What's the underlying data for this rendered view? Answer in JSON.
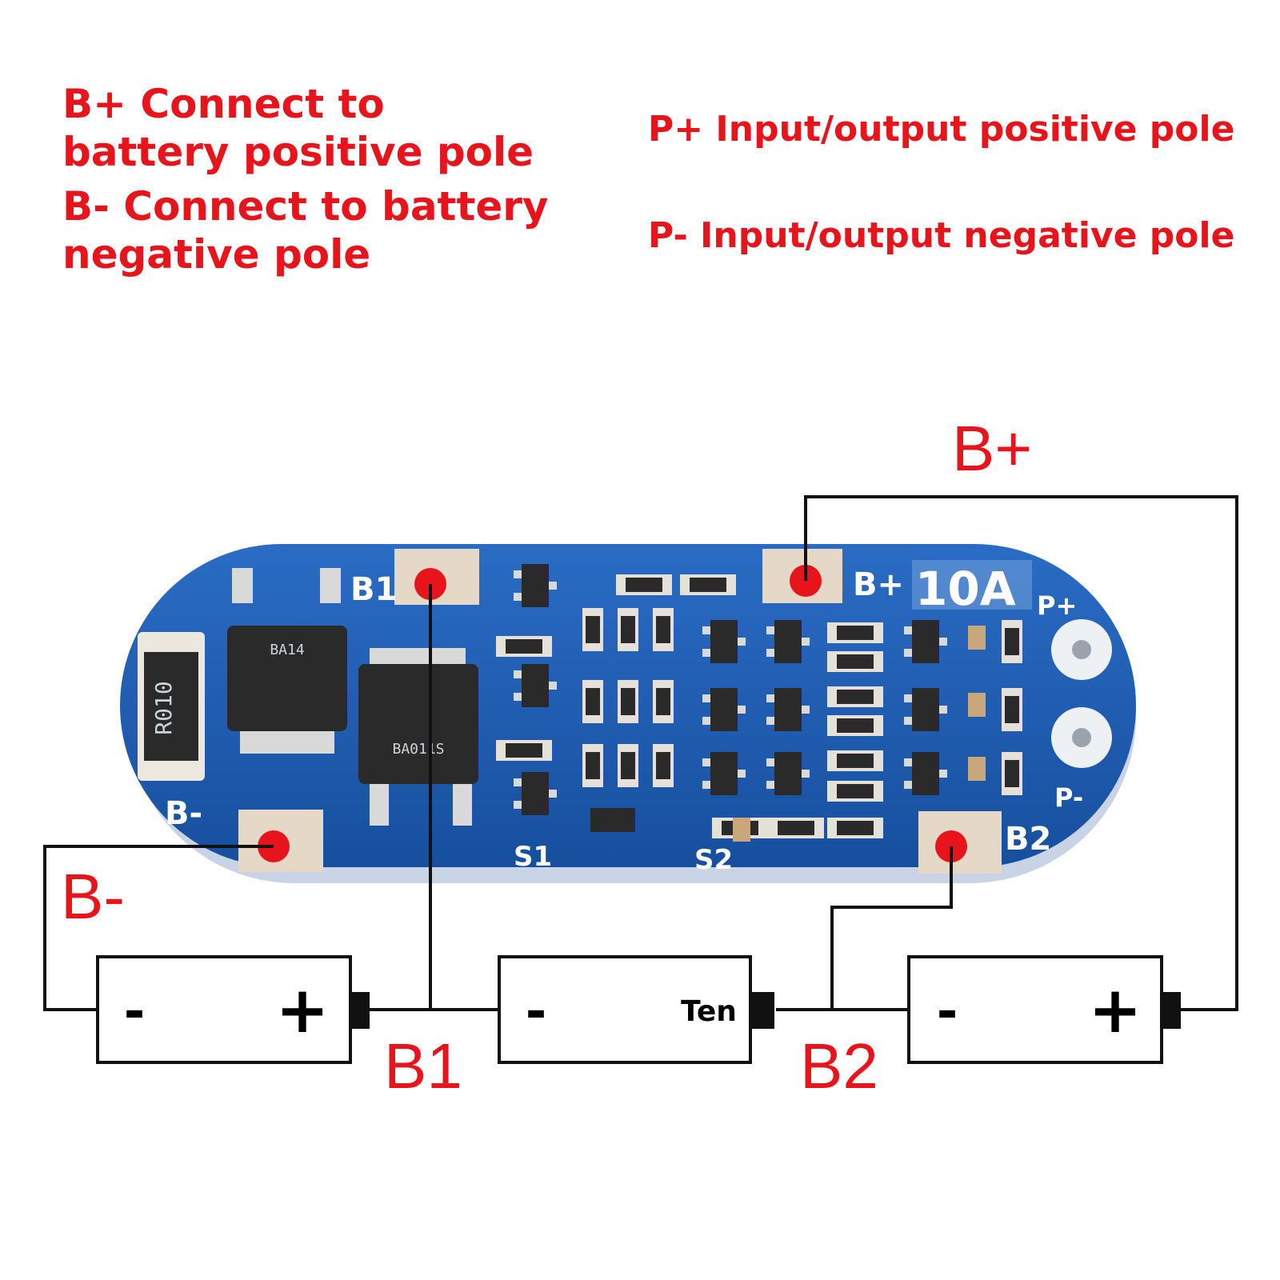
{
  "legend": {
    "b_plus": "B+ Connect to battery positive pole",
    "b_minus": "B- Connect to battery negative pole",
    "p_plus": "P+ Input/output positive pole",
    "p_minus": "P- Input/output negative pole"
  },
  "board": {
    "silk_b1": "B1",
    "silk_b_plus": "B+",
    "rating": "10A",
    "silk_p_plus": "P+",
    "silk_p_minus": "P-",
    "silk_b_minus": "B-",
    "silk_b2": "B2",
    "silk_s1": "S1",
    "silk_s2": "S2",
    "shunt_marking": "R010",
    "mosfet_top_marking": "BA14",
    "mosfet_bottom_marking": "BA011S"
  },
  "wiring": {
    "label_b_plus": "B+",
    "label_b_minus": "B-",
    "label_b1": "B1",
    "label_b2": "B2"
  },
  "batteries": [
    {
      "minus": "-",
      "plus": "+",
      "middle": ""
    },
    {
      "minus": "-",
      "plus": "",
      "middle": "Ten"
    },
    {
      "minus": "-",
      "plus": "+",
      "middle": ""
    }
  ],
  "colors": {
    "accent_red": "#e8141c",
    "pcb_blue": "#1d5bb5",
    "pad": "#e6d8c6"
  }
}
